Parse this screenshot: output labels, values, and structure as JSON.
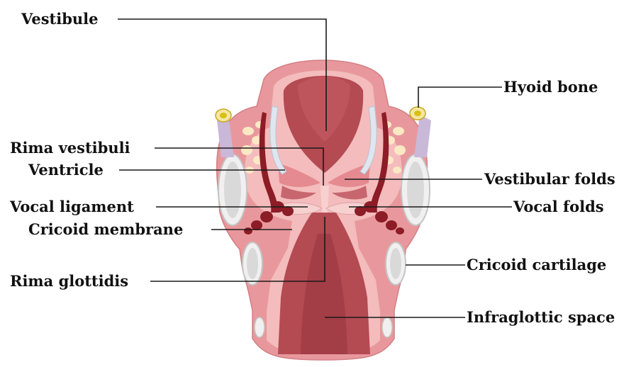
{
  "title": "",
  "colors": {
    "outer_tissue": "#e8989c",
    "inner_tissue": "#f4bcbc",
    "lumen": "#b44a52",
    "lumen_dark": "#8f2f38",
    "muscle": "#8c1c26",
    "cartilage": "#d9d9d9",
    "bone_yellow": "#d8c018",
    "fat": "#fbe8c4",
    "hyoid_purple": "#c9b8d8",
    "leader_line": "#1a1a1a",
    "label_text": "#111111"
  },
  "labels": {
    "vestibule": "Vestibule",
    "hyoid_bone": "Hyoid bone",
    "rima_vestibuli": "Rima vestibuli",
    "ventricle": "Ventricle",
    "vestibular_folds": "Vestibular folds",
    "vocal_ligament": "Vocal ligament",
    "vocal_folds": "Vocal folds",
    "cricoid_membrane": "Cricoid membrane",
    "cricoid_cartilage": "Cricoid cartilage",
    "rima_glottidis": "Rima glottidis",
    "infraglottic_space": "Infraglottic space"
  }
}
